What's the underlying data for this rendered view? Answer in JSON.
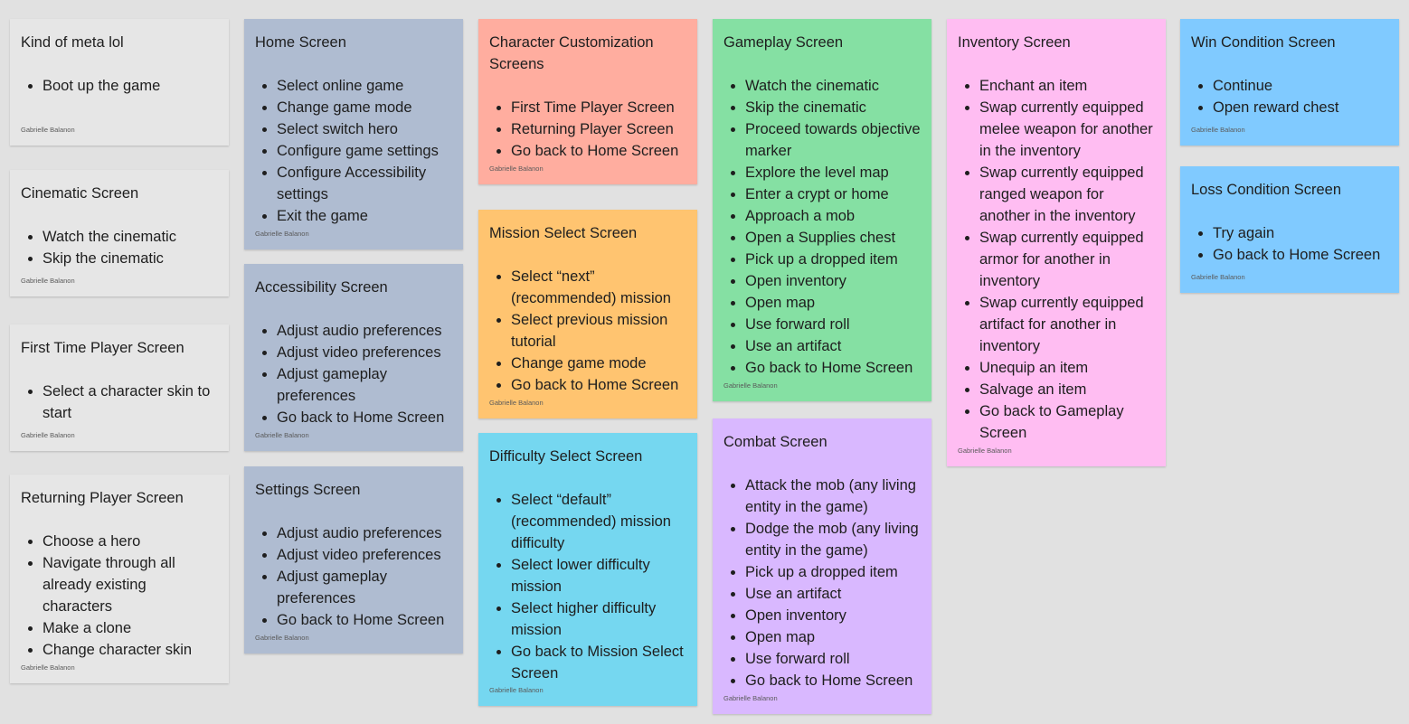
{
  "notes": [
    {
      "id": "meta",
      "color": "#e6e6e6",
      "title": "Kind of meta lol",
      "items": [
        "Boot up the game"
      ],
      "author": "Gabrielle Balanon"
    },
    {
      "id": "cinematic",
      "color": "#e6e6e6",
      "title": "Cinematic Screen",
      "items": [
        "Watch the cinematic",
        "Skip the cinematic"
      ],
      "author": "Gabrielle Balanon"
    },
    {
      "id": "first-time",
      "color": "#e6e6e6",
      "title": "First Time Player Screen",
      "items": [
        "Select a character skin to start"
      ],
      "author": "Gabrielle Balanon"
    },
    {
      "id": "returning",
      "color": "#e6e6e6",
      "title": "Returning Player Screen",
      "items": [
        "Choose a hero",
        "Navigate through all already existing characters",
        "Make a clone",
        "Change character skin"
      ],
      "author": "Gabrielle Balanon"
    },
    {
      "id": "home",
      "color": "#afbcd1",
      "title": "Home Screen",
      "items": [
        "Select online game",
        "Change game mode",
        "Select switch hero",
        "Configure game settings",
        "Configure Accessibility settings",
        "Exit the game"
      ],
      "author": "Gabrielle Balanon"
    },
    {
      "id": "accessibility",
      "color": "#afbcd1",
      "title": "Accessibility Screen",
      "items": [
        "Adjust audio preferences",
        "Adjust video preferences",
        "Adjust gameplay preferences",
        "Go back to Home Screen"
      ],
      "author": "Gabrielle Balanon"
    },
    {
      "id": "settings",
      "color": "#afbcd1",
      "title": "Settings Screen",
      "items": [
        "Adjust audio preferences",
        "Adjust video preferences",
        "Adjust gameplay preferences",
        "Go back to Home Screen"
      ],
      "author": "Gabrielle Balanon"
    },
    {
      "id": "character-customization",
      "color": "#ffad9f",
      "title": "Character Customization Screens",
      "items": [
        "First Time Player Screen",
        "Returning Player Screen",
        "Go back to Home Screen"
      ],
      "author": "Gabrielle Balanon"
    },
    {
      "id": "mission-select",
      "color": "#ffc470",
      "title": "Mission Select Screen",
      "items": [
        "Select “next” (recommended) mission",
        "Select previous mission tutorial",
        "Change game mode",
        "Go back to Home Screen"
      ],
      "author": "Gabrielle Balanon"
    },
    {
      "id": "difficulty-select",
      "color": "#75d7f0",
      "title": "Difficulty Select Screen",
      "items": [
        "Select “default” (recommended) mission difficulty",
        "Select lower difficulty mission",
        "Select higher difficulty mission",
        "Go back to Mission Select Screen"
      ],
      "author": "Gabrielle Balanon"
    },
    {
      "id": "gameplay",
      "color": "#85e0a3",
      "title": "Gameplay Screen",
      "items": [
        "Watch the cinematic",
        "Skip the cinematic",
        "Proceed towards objective marker",
        "Explore the level map",
        "Enter a crypt or home",
        "Approach a mob",
        "Open a Supplies chest",
        "Pick up a dropped item",
        "Open inventory",
        "Open map",
        "Use forward roll",
        "Use an artifact",
        "Go back to Home Screen"
      ],
      "author": "Gabrielle Balanon"
    },
    {
      "id": "combat",
      "color": "#d9b8ff",
      "title": "Combat Screen",
      "items": [
        "Attack the mob (any living entity in the game)",
        "Dodge the mob (any living entity in the game)",
        "Pick up a dropped item",
        "Use an artifact",
        "Open inventory",
        "Open map",
        "Use forward roll",
        "Go back to Home Screen"
      ],
      "author": "Gabrielle Balanon"
    },
    {
      "id": "inventory",
      "color": "#ffbdf2",
      "title": "Inventory Screen",
      "items": [
        "Enchant an item",
        "Swap currently equipped melee weapon for another in the inventory",
        "Swap currently equipped ranged weapon for another in the inventory",
        "Swap currently equipped armor for another in inventory",
        "Swap currently equipped artifact for another in inventory",
        "Unequip an item",
        "Salvage an item",
        "Go back to Gameplay Screen"
      ],
      "author": "Gabrielle Balanon"
    },
    {
      "id": "win-condition",
      "color": "#80caff",
      "title": "Win Condition Screen",
      "items": [
        "Continue",
        "Open reward chest"
      ],
      "author": "Gabrielle Balanon"
    },
    {
      "id": "loss-condition",
      "color": "#80caff",
      "title": "Loss Condition Screen",
      "items": [
        "Try again",
        "Go back to Home Screen"
      ],
      "author": "Gabrielle Balanon"
    }
  ]
}
